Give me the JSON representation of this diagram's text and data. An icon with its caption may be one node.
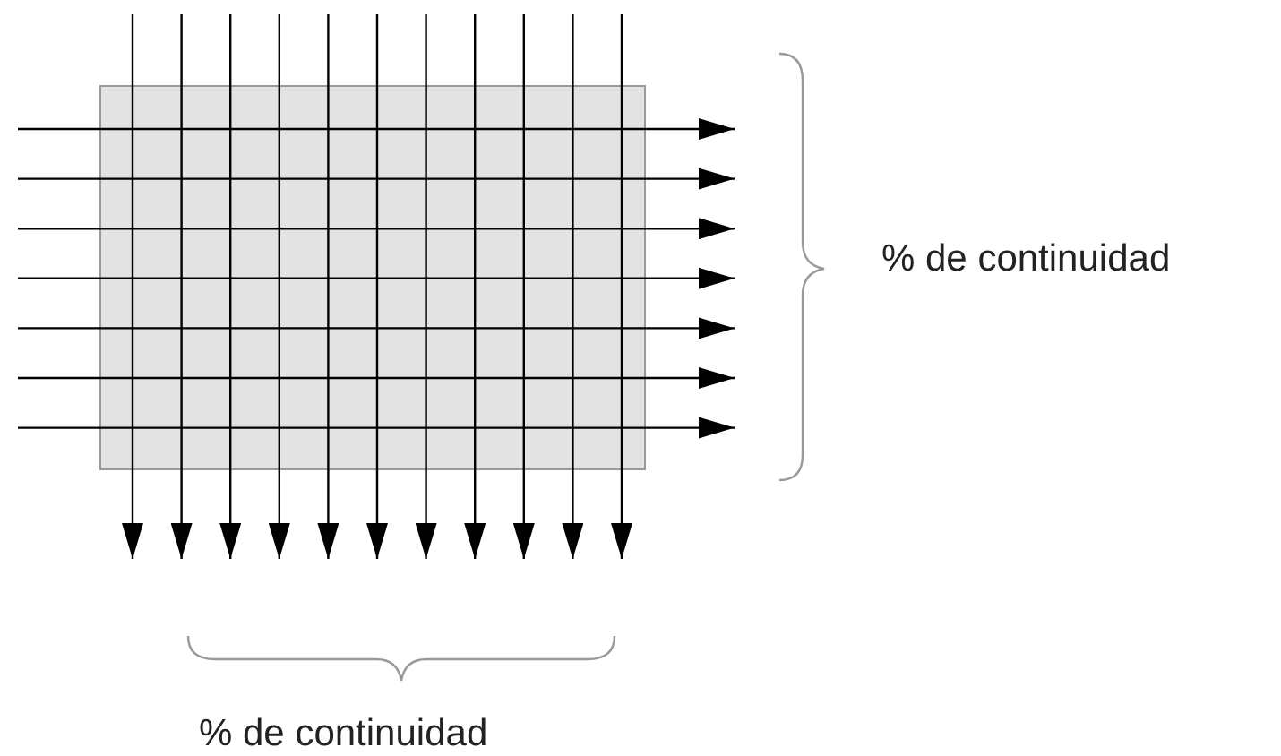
{
  "diagram": {
    "nodes": [
      {
        "text": [],
        "shape": "box"
      }
    ],
    "labels": [
      "% de continuidad",
      "% de continuidad"
    ]
  }
}
